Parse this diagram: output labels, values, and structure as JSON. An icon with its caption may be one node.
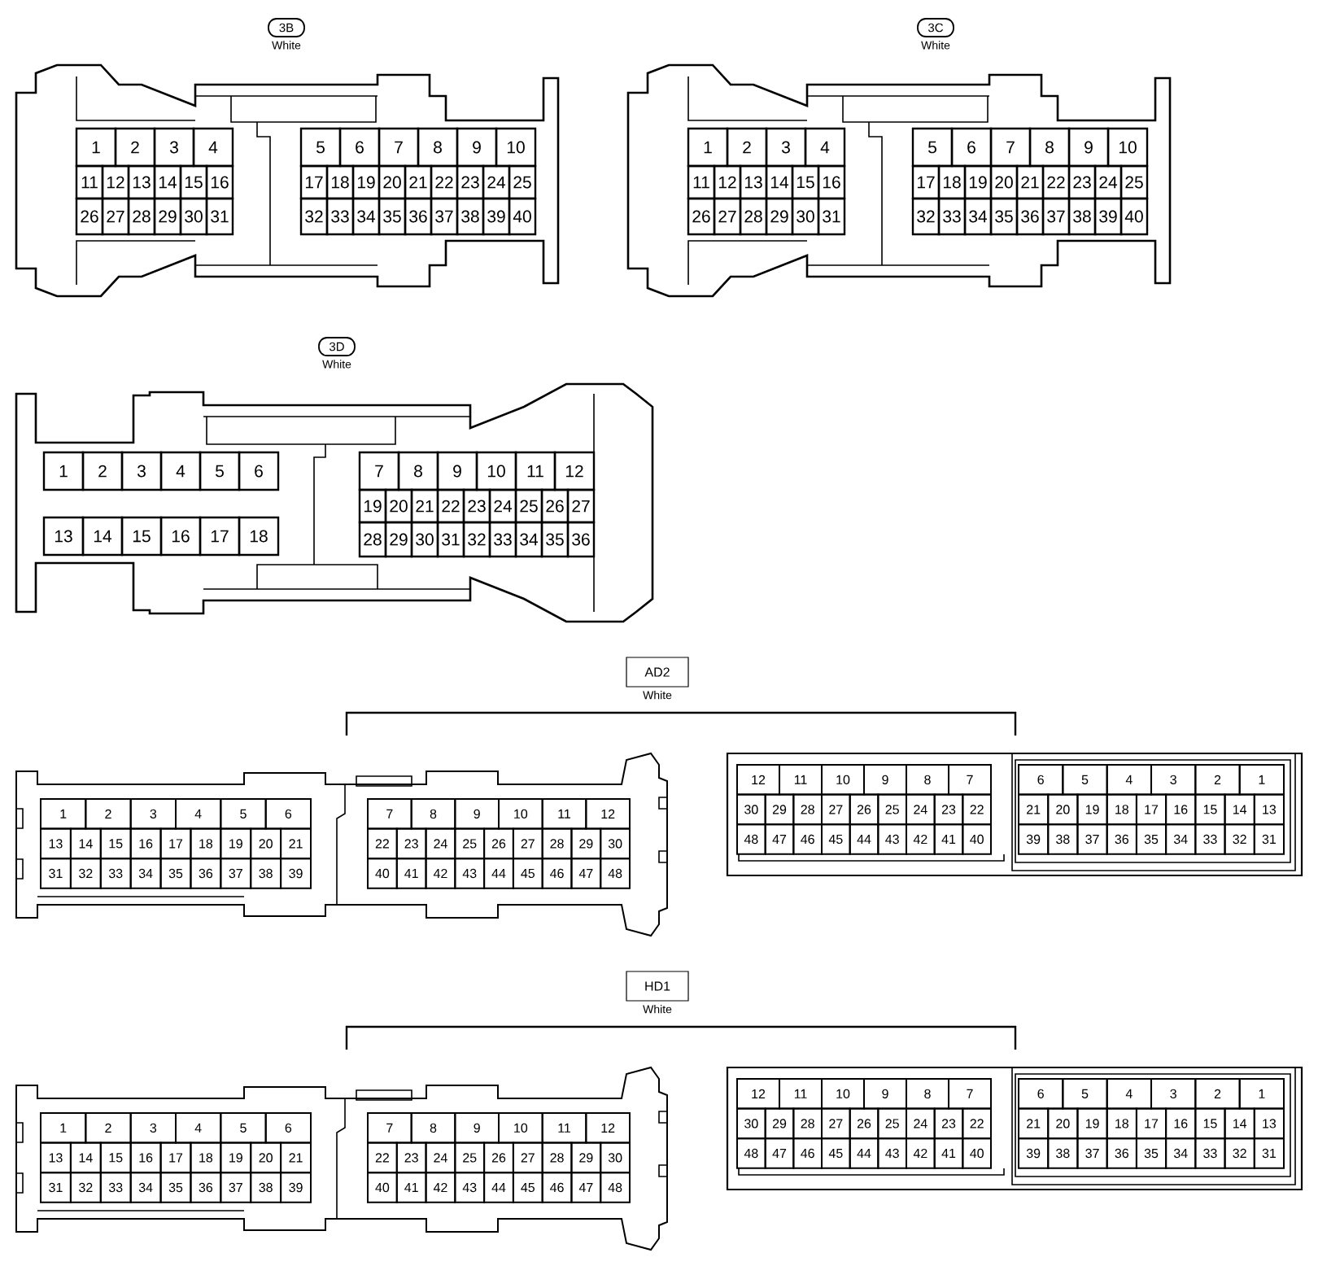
{
  "diagram": {
    "nodes": [
      {
        "text": [
          "3B"
        ],
        "beside": [
          "White"
        ]
      },
      {
        "text": [
          "3C"
        ],
        "beside": [
          "White"
        ]
      },
      {
        "text": [
          "3D"
        ],
        "beside": [
          "White"
        ]
      },
      {
        "text": [
          "AD2"
        ],
        "beside": [
          "White"
        ]
      },
      {
        "text": [
          "HD1"
        ],
        "beside": [
          "White"
        ]
      }
    ],
    "edges": [],
    "labels": [
      "1",
      "2",
      "3",
      "4",
      "11",
      "12",
      "13",
      "14",
      "15",
      "16",
      "26",
      "27",
      "28",
      "29",
      "30",
      "31",
      "5",
      "6",
      "7",
      "8",
      "9",
      "10",
      "17",
      "18",
      "19",
      "20",
      "21",
      "22",
      "23",
      "24",
      "25",
      "32",
      "33",
      "34",
      "35",
      "36",
      "37",
      "38",
      "39",
      "40",
      "1",
      "2",
      "3",
      "4",
      "11",
      "12",
      "13",
      "14",
      "15",
      "16",
      "26",
      "27",
      "28",
      "29",
      "30",
      "31",
      "5",
      "6",
      "7",
      "8",
      "9",
      "10",
      "17",
      "18",
      "19",
      "20",
      "21",
      "22",
      "23",
      "24",
      "25",
      "32",
      "33",
      "34",
      "35",
      "36",
      "37",
      "38",
      "39",
      "40",
      "1",
      "2",
      "3",
      "4",
      "5",
      "6",
      "13",
      "14",
      "15",
      "16",
      "17",
      "18",
      "7",
      "8",
      "9",
      "10",
      "11",
      "12",
      "19",
      "20",
      "21",
      "22",
      "23",
      "24",
      "25",
      "26",
      "27",
      "28",
      "29",
      "30",
      "31",
      "32",
      "33",
      "34",
      "35",
      "36",
      "1",
      "2",
      "3",
      "4",
      "5",
      "6",
      "13",
      "14",
      "15",
      "16",
      "17",
      "18",
      "19",
      "20",
      "21",
      "31",
      "32",
      "33",
      "34",
      "35",
      "36",
      "37",
      "38",
      "39",
      "7",
      "8",
      "9",
      "10",
      "11",
      "12",
      "22",
      "23",
      "24",
      "25",
      "26",
      "27",
      "28",
      "29",
      "30",
      "40",
      "41",
      "42",
      "43",
      "44",
      "45",
      "46",
      "47",
      "48",
      "12",
      "11",
      "10",
      "9",
      "8",
      "7",
      "30",
      "29",
      "28",
      "27",
      "26",
      "25",
      "24",
      "23",
      "22",
      "48",
      "47",
      "46",
      "45",
      "44",
      "43",
      "42",
      "41",
      "40",
      "6",
      "5",
      "4",
      "3",
      "2",
      "1",
      "21",
      "20",
      "19",
      "18",
      "17",
      "16",
      "15",
      "14",
      "13",
      "39",
      "38",
      "37",
      "36",
      "35",
      "34",
      "33",
      "32",
      "31",
      "1",
      "2",
      "3",
      "4",
      "5",
      "6",
      "13",
      "14",
      "15",
      "16",
      "17",
      "18",
      "19",
      "20",
      "21",
      "31",
      "32",
      "33",
      "34",
      "35",
      "36",
      "37",
      "38",
      "39",
      "7",
      "8",
      "9",
      "10",
      "11",
      "12",
      "22",
      "23",
      "24",
      "25",
      "26",
      "27",
      "28",
      "29",
      "30",
      "40",
      "41",
      "42",
      "43",
      "44",
      "45",
      "46",
      "47",
      "48",
      "12",
      "11",
      "10",
      "9",
      "8",
      "7",
      "30",
      "29",
      "28",
      "27",
      "26",
      "25",
      "24",
      "23",
      "22",
      "48",
      "47",
      "46",
      "45",
      "44",
      "43",
      "42",
      "41",
      "40",
      "6",
      "5",
      "4",
      "3",
      "2",
      "1",
      "21",
      "20",
      "19",
      "18",
      "17",
      "16",
      "15",
      "14",
      "13",
      "39",
      "38",
      "37",
      "36",
      "35",
      "34",
      "33",
      "32",
      "31"
    ]
  }
}
